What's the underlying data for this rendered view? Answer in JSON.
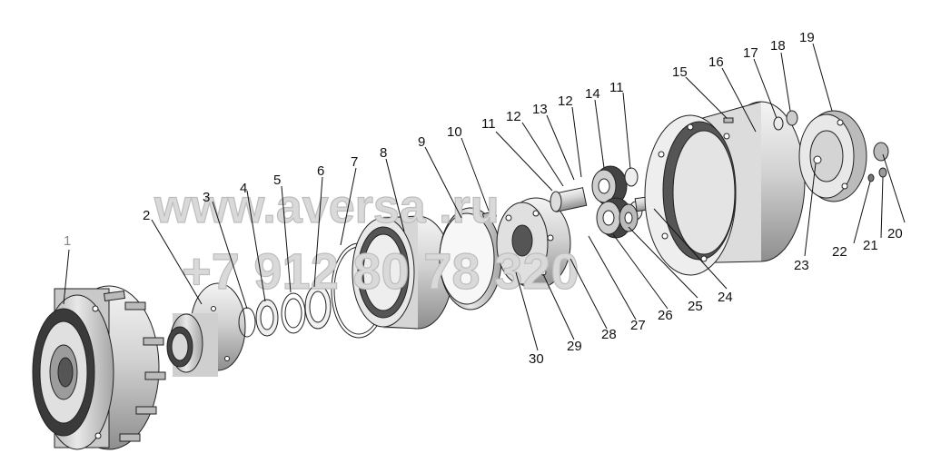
{
  "watermark": {
    "site": "www.aversa   .ru",
    "phone": "+7 912 80 78 320"
  },
  "callouts": [
    {
      "id": "c1",
      "text": "1",
      "muted": true
    },
    {
      "id": "c2",
      "text": "2"
    },
    {
      "id": "c3",
      "text": "3"
    },
    {
      "id": "c4",
      "text": "4"
    },
    {
      "id": "c5",
      "text": "5"
    },
    {
      "id": "c6",
      "text": "6"
    },
    {
      "id": "c7",
      "text": "7"
    },
    {
      "id": "c8",
      "text": "8"
    },
    {
      "id": "c9",
      "text": "9"
    },
    {
      "id": "c10",
      "text": "10"
    },
    {
      "id": "c11a",
      "text": "11"
    },
    {
      "id": "c12a",
      "text": "12"
    },
    {
      "id": "c13",
      "text": "13"
    },
    {
      "id": "c12b",
      "text": "12"
    },
    {
      "id": "c14",
      "text": "14"
    },
    {
      "id": "c11b",
      "text": "11"
    },
    {
      "id": "c15",
      "text": "15"
    },
    {
      "id": "c16",
      "text": "16"
    },
    {
      "id": "c17",
      "text": "17"
    },
    {
      "id": "c18",
      "text": "18"
    },
    {
      "id": "c19",
      "text": "19"
    },
    {
      "id": "c20",
      "text": "20"
    },
    {
      "id": "c21",
      "text": "21"
    },
    {
      "id": "c22",
      "text": "22"
    },
    {
      "id": "c23",
      "text": "23"
    },
    {
      "id": "c24",
      "text": "24"
    },
    {
      "id": "c25",
      "text": "25"
    },
    {
      "id": "c26",
      "text": "26"
    },
    {
      "id": "c27",
      "text": "27"
    },
    {
      "id": "c28",
      "text": "28"
    },
    {
      "id": "c29",
      "text": "29"
    },
    {
      "id": "c30",
      "text": "30"
    }
  ]
}
